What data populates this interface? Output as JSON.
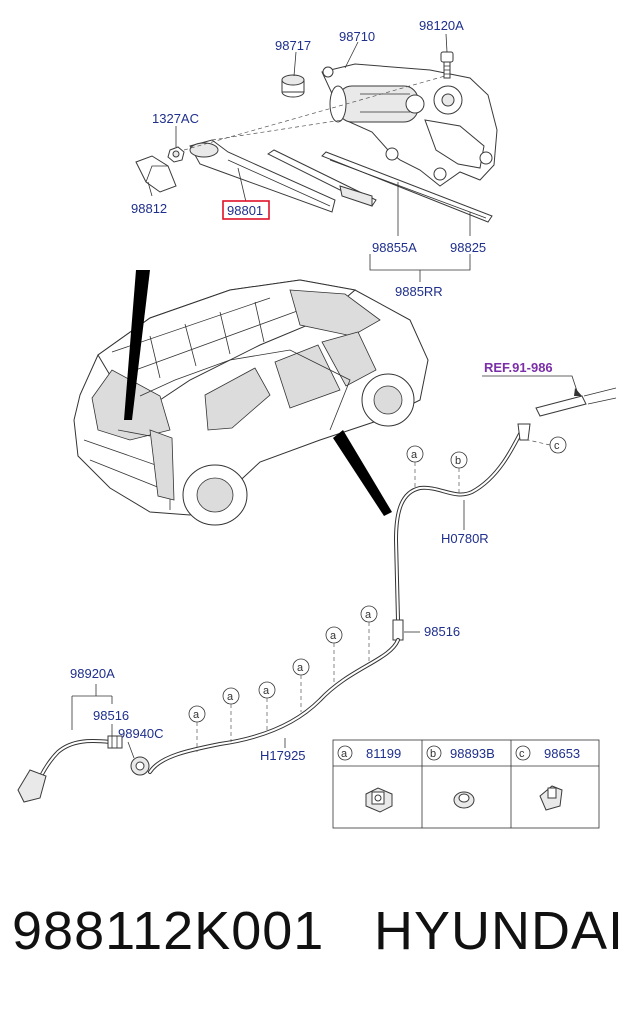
{
  "labels": {
    "p98717": "98717",
    "p98710": "98710",
    "p98120A": "98120A",
    "p1327AC": "1327AC",
    "p98812": "98812",
    "p98801": "98801",
    "p98855A": "98855A",
    "p98825": "98825",
    "p9885RR": "9885RR",
    "ref": "REF.91-986",
    "c_tag": "c",
    "a_tag": "a",
    "b_tag": "b",
    "pH0780R": "H0780R",
    "p98516_top": "98516",
    "p98920A": "98920A",
    "p98516_left": "98516",
    "p98940C": "98940C",
    "pH17925": "H17925"
  },
  "legend": {
    "cells": [
      {
        "key": "a",
        "part": "81199"
      },
      {
        "key": "b",
        "part": "98893B"
      },
      {
        "key": "c",
        "part": "98653"
      }
    ]
  },
  "caption": {
    "part_number": "988112K001",
    "brand": "HYUNDAI"
  },
  "colors": {
    "label": "#1f2f8c",
    "highlight_box": "#e0102a",
    "ref": "#7a2fa8"
  }
}
